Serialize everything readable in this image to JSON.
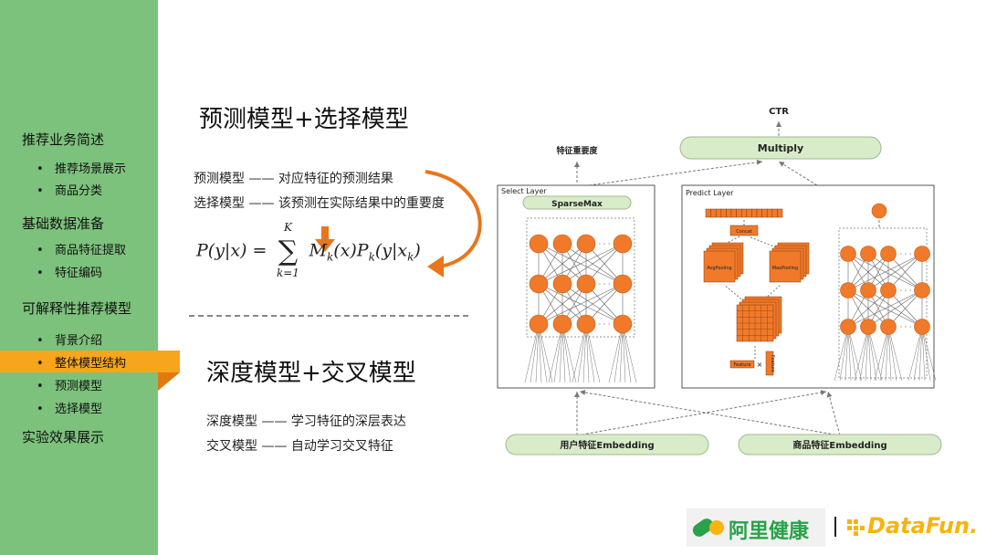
{
  "sidebar": {
    "sections": [
      {
        "label": "推荐业务简述",
        "items": [
          "推荐场景展示",
          "商品分类"
        ]
      },
      {
        "label": "基础数据准备",
        "items": [
          "商品特征提取",
          "特征编码"
        ]
      },
      {
        "label": "可解释性推荐模型",
        "items": [
          "背景介绍",
          "整体模型结构",
          "预测模型",
          "选择模型"
        ]
      },
      {
        "label": "实验效果展示",
        "items": []
      }
    ],
    "bullet": "•",
    "active_item": "整体模型结构",
    "colors": {
      "background": "#7cc27c",
      "active": "#f6a51c"
    }
  },
  "main": {
    "heading1": "预测模型+选择模型",
    "pred_desc": "预测模型 —— 对应特征的预测结果",
    "sel_desc": "选择模型 —— 该预测在实际结果中的重要度",
    "formula": {
      "lhs": "P(y|x) =",
      "sum": "∑",
      "upper": "K",
      "lower": "k=1",
      "rhs": "M",
      "rhs_sub": "k",
      "rhs2": "(x)P",
      "rhs2_sub": "k",
      "rhs3": "(y|x",
      "rhs3_sub": "k",
      "rhs4": ")"
    },
    "heading2": "深度模型+交叉模型",
    "deep_desc": "深度模型 —— 学习特征的深层表达",
    "cross_desc": "交叉模型 —— 自动学习交叉特征",
    "accent": "#e8761c"
  },
  "diagram": {
    "ctr": "CTR",
    "multiply": "Multiply",
    "importance": "特征重要度",
    "select_layer": "Select Layer",
    "sparsemax": "SparseMax",
    "predict_layer": "Predict Layer",
    "concat": "Concat",
    "avgpooling": "AvgPooling",
    "maxpooling": "MaxPooling",
    "feature": "Feature",
    "cross_symbol": "×",
    "dots": "· · ·",
    "user_embedding": "用户特征Embedding",
    "item_embedding": "商品特征Embedding",
    "colors": {
      "node": "#f07a2a",
      "pill": "#d9ecc9",
      "pill_border": "#9fb98f"
    }
  },
  "logos": {
    "alihealth": "阿里健康",
    "separator": "|",
    "datafun": "DataFun."
  }
}
